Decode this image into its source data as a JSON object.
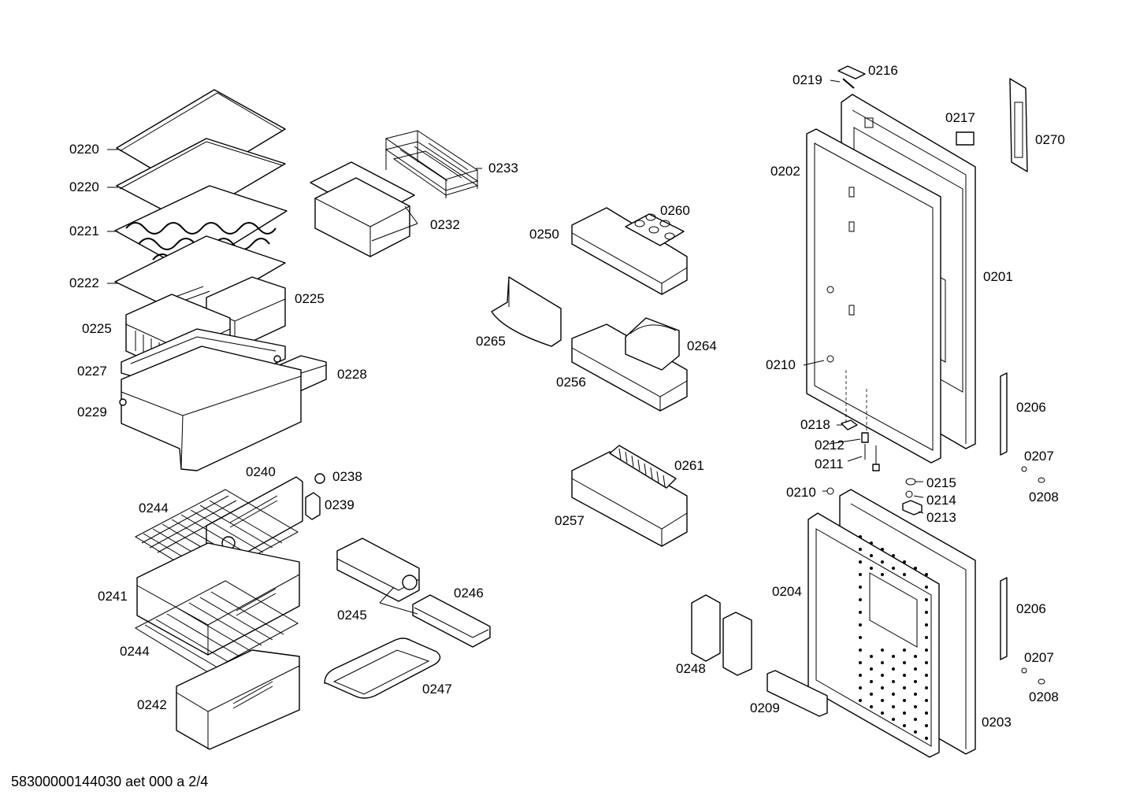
{
  "footer": {
    "code": "58300000144030 aet 000 a 2/4"
  },
  "labels": {
    "p0220a": "0220",
    "p0220b": "0220",
    "p0221": "0221",
    "p0222": "0222",
    "p0225a": "0225",
    "p0225b": "0225",
    "p0227": "0227",
    "p0228": "0228",
    "p0229": "0229",
    "p0233": "0233",
    "p0232": "0232",
    "p0240": "0240",
    "p0238": "0238",
    "p0239": "0239",
    "p0244a": "0244",
    "p0244b": "0244",
    "p0241": "0241",
    "p0242": "0242",
    "p0245": "0245",
    "p0246": "0246",
    "p0247": "0247",
    "p0250": "0250",
    "p0260": "0260",
    "p0265": "0265",
    "p0264": "0264",
    "p0256": "0256",
    "p0261": "0261",
    "p0257": "0257",
    "p0219": "0219",
    "p0216": "0216",
    "p0217": "0217",
    "p0270": "0270",
    "p0202": "0202",
    "p0201": "0201",
    "p0210a": "0210",
    "p0210b": "0210",
    "p0218": "0218",
    "p0212": "0212",
    "p0211": "0211",
    "p0206a": "0206",
    "p0207a": "0207",
    "p0208a": "0208",
    "p0215": "0215",
    "p0214": "0214",
    "p0213": "0213",
    "p0204": "0204",
    "p0206b": "0206",
    "p0207b": "0207",
    "p0208b": "0208",
    "p0248": "0248",
    "p0209": "0209",
    "p0203": "0203"
  }
}
